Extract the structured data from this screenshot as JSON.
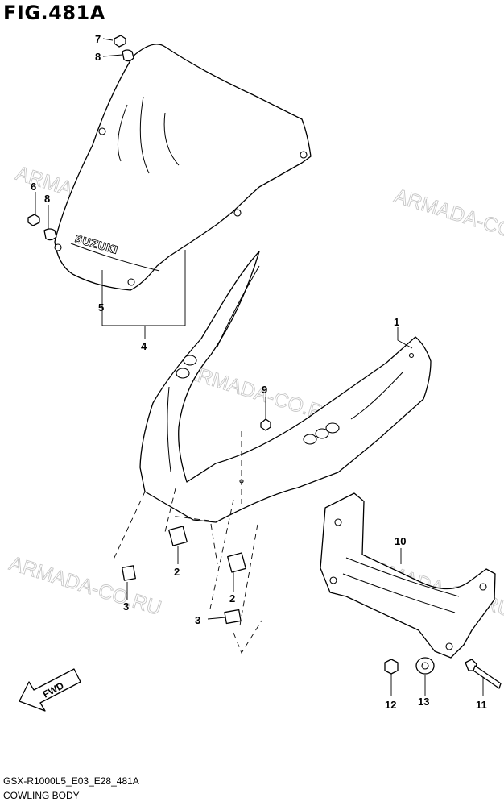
{
  "figure": {
    "title": "FIG.481A",
    "model_code": "GSX-R1000L5_E03_E28_481A",
    "section_name": "COWLING BODY"
  },
  "windscreen": {
    "logo_text": "SUZUKI"
  },
  "fwd_arrow": {
    "label": "FWD"
  },
  "watermarks": [
    {
      "text": "ARMADA-CO.RU"
    },
    {
      "text": "ARMADA-CO.RU"
    },
    {
      "text": "ARMADA-CO.RU"
    },
    {
      "text": "ARMADA-CO.RU"
    },
    {
      "text": "ARMADA-CO.RU"
    }
  ],
  "callouts": [
    {
      "id": "c7",
      "label": "7"
    },
    {
      "id": "c8a",
      "label": "8"
    },
    {
      "id": "c6",
      "label": "6"
    },
    {
      "id": "c8b",
      "label": "8"
    },
    {
      "id": "c5",
      "label": "5"
    },
    {
      "id": "c4",
      "label": "4"
    },
    {
      "id": "c1",
      "label": "1"
    },
    {
      "id": "c9",
      "label": "9"
    },
    {
      "id": "c10",
      "label": "10"
    },
    {
      "id": "c2a",
      "label": "2"
    },
    {
      "id": "c2b",
      "label": "2"
    },
    {
      "id": "c3a",
      "label": "3"
    },
    {
      "id": "c3b",
      "label": "3"
    },
    {
      "id": "c12",
      "label": "12"
    },
    {
      "id": "c13",
      "label": "13"
    },
    {
      "id": "c11",
      "label": "11"
    }
  ]
}
